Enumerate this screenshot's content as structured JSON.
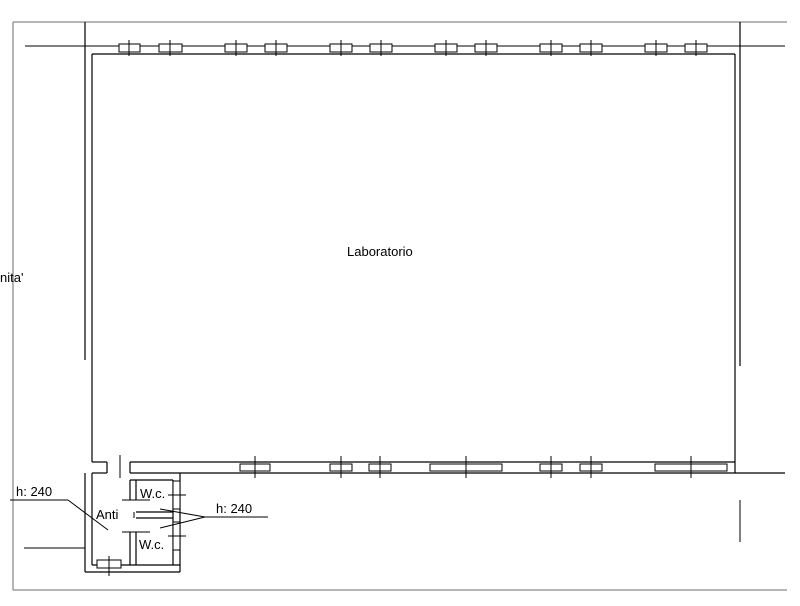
{
  "rooms": {
    "main": "Laboratorio",
    "partial_left": "nita'",
    "anti": "Anti",
    "wc_upper": "W.c.",
    "wc_lower": "W.c."
  },
  "heights": {
    "left": "h: 240",
    "right": "h: 240"
  }
}
